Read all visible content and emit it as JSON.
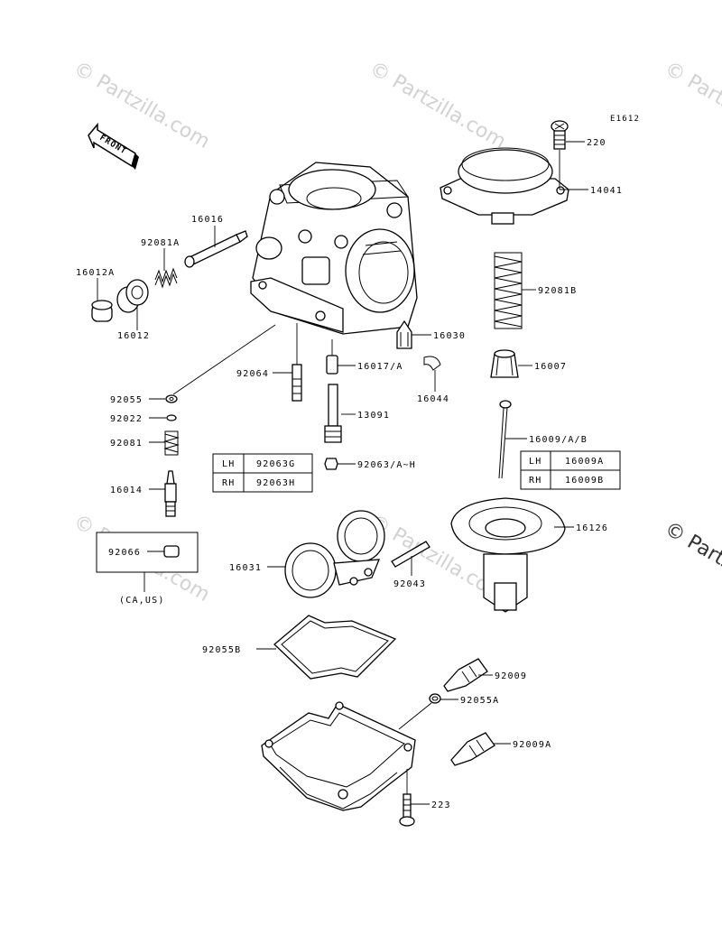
{
  "diagram_code": "E1612",
  "front_label": "FRONT",
  "watermark_text": "© Partzilla.com",
  "watermark_side_text": "© Partz",
  "parts": {
    "p220": "220",
    "p14041": "14041",
    "p16016": "16016",
    "p92081A": "92081A",
    "p16012A": "16012A",
    "p16012": "16012",
    "p92081B": "92081B",
    "p16030": "16030",
    "p92064": "92064",
    "p16017": "16017/A",
    "p16007": "16007",
    "p16044": "16044",
    "p92055": "92055",
    "p92022": "92022",
    "p13091": "13091",
    "p92081": "92081",
    "p16009": "16009/A/B",
    "p92063": "92063/A~H",
    "p16014": "16014",
    "p16126": "16126",
    "p92066": "92066",
    "p16031": "16031",
    "p92043": "92043",
    "p92055B": "92055B",
    "p92009": "92009",
    "p92055A": "92055A",
    "p92009A": "92009A",
    "p223": "223"
  },
  "note_ca_us": "(CA,US)",
  "table_92063": {
    "lh_label": "LH",
    "lh_value": "92063G",
    "rh_label": "RH",
    "rh_value": "92063H"
  },
  "table_16009": {
    "lh_label": "LH",
    "lh_value": "16009A",
    "rh_label": "RH",
    "rh_value": "16009B"
  }
}
